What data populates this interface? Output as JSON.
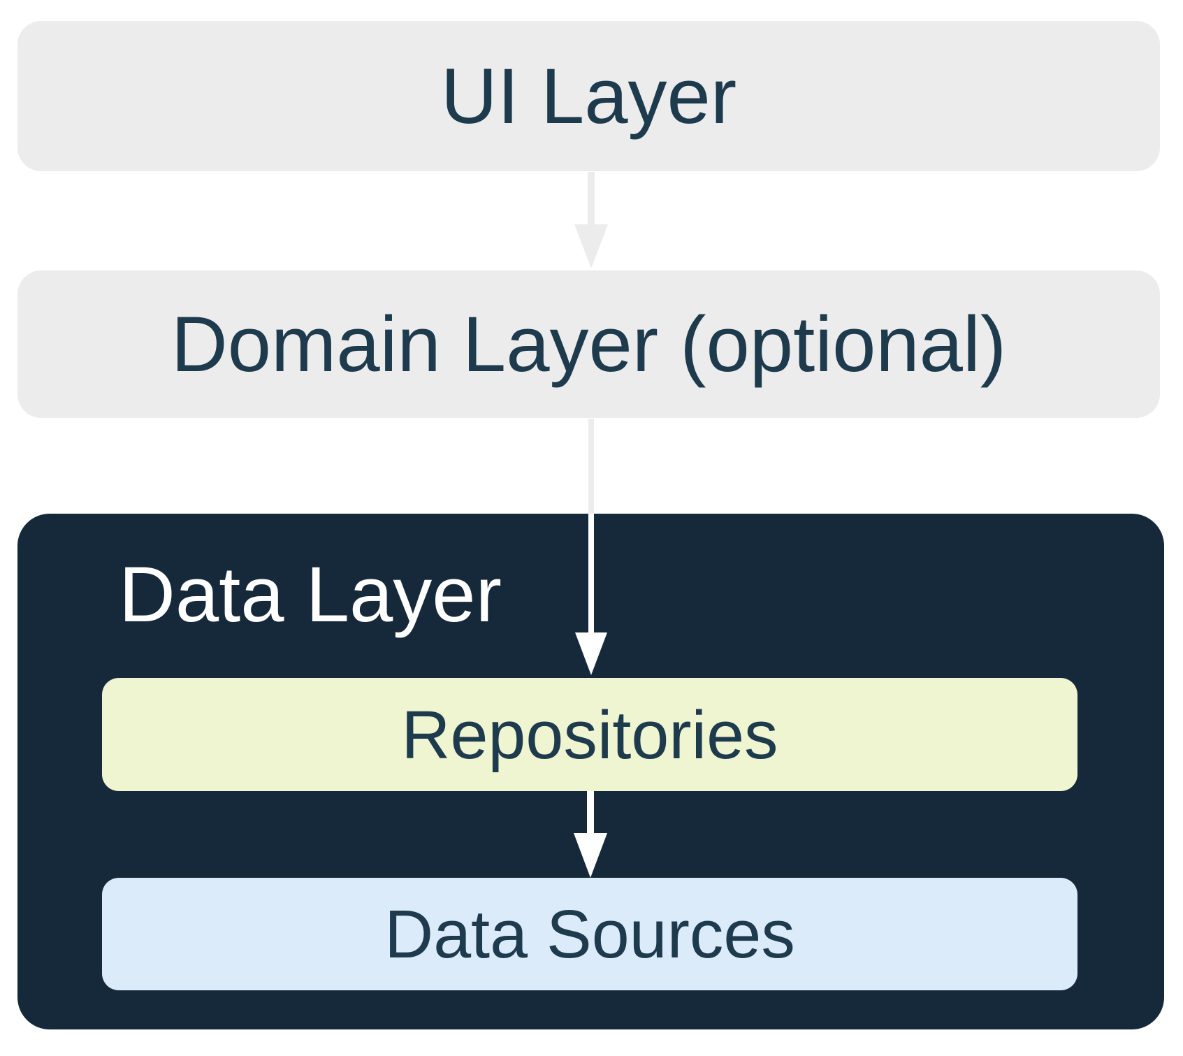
{
  "diagram": {
    "type": "architecture-layers",
    "nodes": {
      "ui_layer": {
        "label": "UI Layer"
      },
      "domain_layer": {
        "label": "Domain Layer (optional)"
      },
      "data_layer": {
        "label": "Data Layer"
      },
      "repositories": {
        "label": "Repositories"
      },
      "data_sources": {
        "label": "Data Sources"
      }
    },
    "edges": [
      {
        "from": "ui_layer",
        "to": "domain_layer"
      },
      {
        "from": "domain_layer",
        "to": "repositories"
      },
      {
        "from": "repositories",
        "to": "data_sources"
      }
    ],
    "colors": {
      "background": "#FFFFFF",
      "layer_box_gray": "#ECECEC",
      "data_layer_navy": "#16293A",
      "repositories_green": "#EFF4D1",
      "data_sources_blue": "#DCEBFA",
      "dark_text": "#1E3A4D",
      "light_text": "#FFFFFF",
      "arrow_gray": "#ECECEC",
      "arrow_white": "#FFFFFF"
    }
  }
}
